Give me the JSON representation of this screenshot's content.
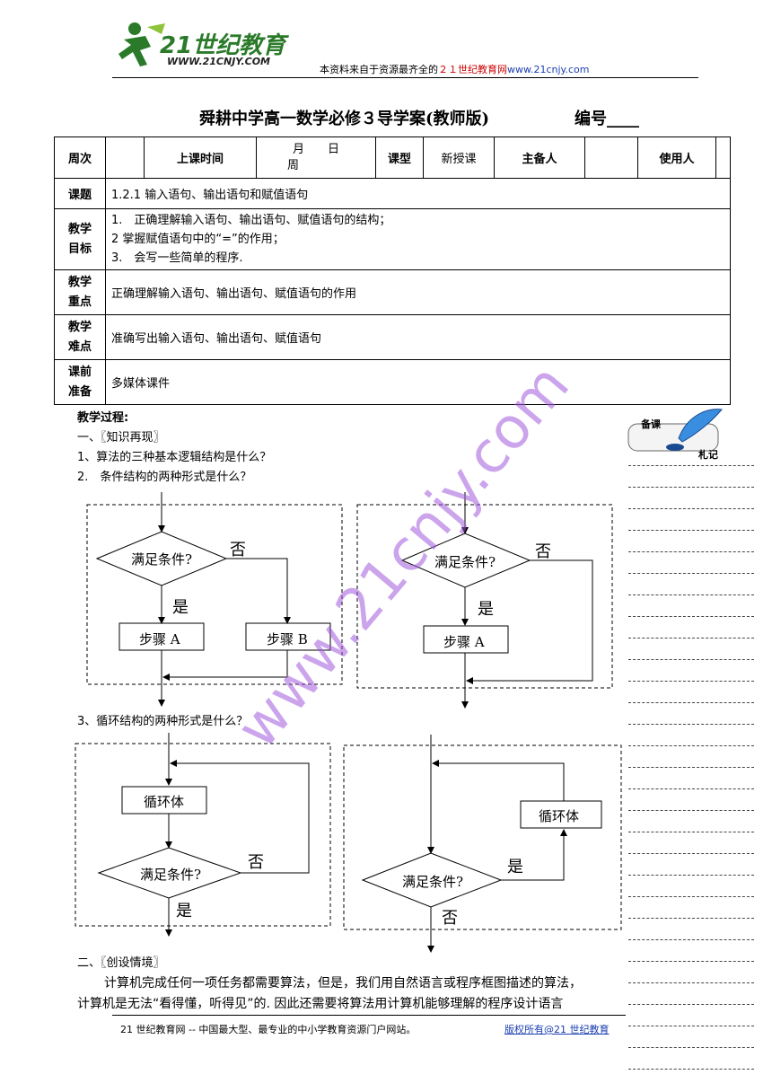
{
  "header": {
    "logo_main": "21世纪教育",
    "logo_url": "WWW.21CNJY.COM",
    "source_note_prefix": "本资料来自于资源最齐全的",
    "source_note_brand": "２１世纪教育网",
    "source_note_url": "www.21cnjy.com"
  },
  "title": "舜耕中学高一数学必修３导学案(教师版)",
  "serial_label": "编号____",
  "info_table": {
    "week_label": "周次",
    "time_label": "上课时间",
    "time_value_line1": "月　　日",
    "time_value_line2": "周",
    "type_label": "课型",
    "type_value": "新授课",
    "preparer_label": "主备人",
    "user_label": "使用人",
    "topic_label": "课题",
    "topic_value": "1.2.1 输入语句、输出语句和赋值语句",
    "goal_label_1": "教学",
    "goal_label_2": "目标",
    "goals": [
      "1.　正确理解输入语句、输出语句、赋值语句的结构；",
      "2 掌握赋值语句中的“=”的作用；",
      "3.　会写一些简单的程序."
    ],
    "key_label_1": "教学",
    "key_label_2": "重点",
    "key_value": "正确理解输入语句、输出语句、赋值语句的作用",
    "difficulty_label_1": "教学",
    "difficulty_label_2": "难点",
    "difficulty_value": "准确写出输入语句、输出语句、赋值语句",
    "prep_label_1": "课前",
    "prep_label_2": "准备",
    "prep_value": "多媒体课件"
  },
  "process": {
    "heading": "教学过程:",
    "section1": "一、〖知识再现〗",
    "q1": "1、算法的三种基本逻辑结构是什么？",
    "q2": "2.　条件结构的两种形式是什么？",
    "q3": "3、循环结构的两种形式是什么？",
    "section2": "二、〖创设情境〗",
    "para_line1": "计算机完成任何一项任务都需要算法，但是，我们用自然语言或程序框图描述的算法，",
    "para_line2": "计算机是无法“看得懂，听得见”的. 因此还需要将算法用计算机能够理解的程序设计语言"
  },
  "flowcharts": {
    "condition": "满足条件?",
    "yes": "是",
    "no": "否",
    "step_a": "步骤 A",
    "step_b": "步骤 B",
    "loop_body": "循环体"
  },
  "notes_badge": {
    "top": "备课",
    "bottom": "札记"
  },
  "watermark": "www.21cnjy.com",
  "footer": {
    "left": "21 世纪教育网 -- 中国最大型、最专业的中小学教育资源门户网站。",
    "right": "版权所有@21 世纪教育"
  }
}
